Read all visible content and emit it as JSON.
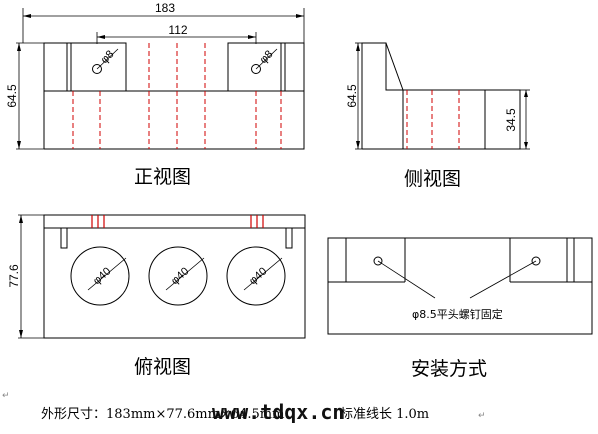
{
  "front_view": {
    "caption": "正视图",
    "overall_width": "183",
    "hole_spacing": "112",
    "height": "64.5",
    "hole_left": "φ8",
    "hole_right": "φ8"
  },
  "side_view": {
    "caption": "侧视图",
    "height": "64.5",
    "step_height": "34.5"
  },
  "top_view": {
    "caption": "俯视图",
    "depth": "77.6",
    "bore_1": "φ40",
    "bore_2": "φ40",
    "bore_3": "φ40"
  },
  "install_view": {
    "caption": "安装方式",
    "note": "φ8.5平头螺钉固定"
  },
  "footer": {
    "spec_text": "外形尺寸：183mm×77.6mm×64.5mm",
    "lead_text": "标准线长 1.0m",
    "watermark": "www.tdqx.cn",
    "mark": "↵"
  }
}
